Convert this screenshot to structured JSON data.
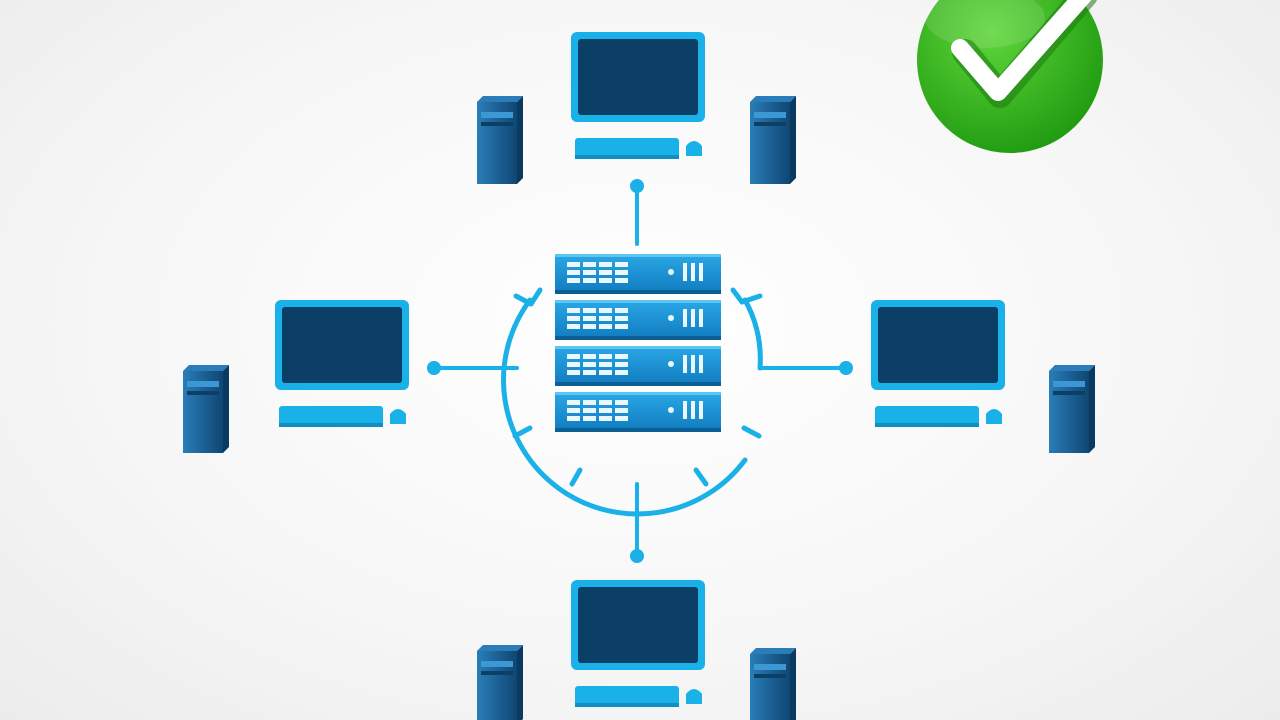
{
  "diagram": {
    "kind": "network-topology",
    "center_node": {
      "icon": "server-rack-icon",
      "units": 4
    },
    "client_nodes": [
      {
        "id": "top",
        "icon": "workstation-icon"
      },
      {
        "id": "left",
        "icon": "workstation-icon"
      },
      {
        "id": "right",
        "icon": "workstation-icon"
      },
      {
        "id": "bottom",
        "icon": "workstation-icon"
      }
    ],
    "status_badge": {
      "icon": "checkmark-icon",
      "state": "ok"
    }
  },
  "colors": {
    "accent": "#1ab0e8",
    "screen": "#0b3f66",
    "tower": "#1a5f94",
    "tower_dark": "#0f4673",
    "tower_light": "#2a7db8",
    "server_face": "#1a8fd0",
    "check_green": "#2db41b",
    "check_green_light": "#4fd12f"
  }
}
